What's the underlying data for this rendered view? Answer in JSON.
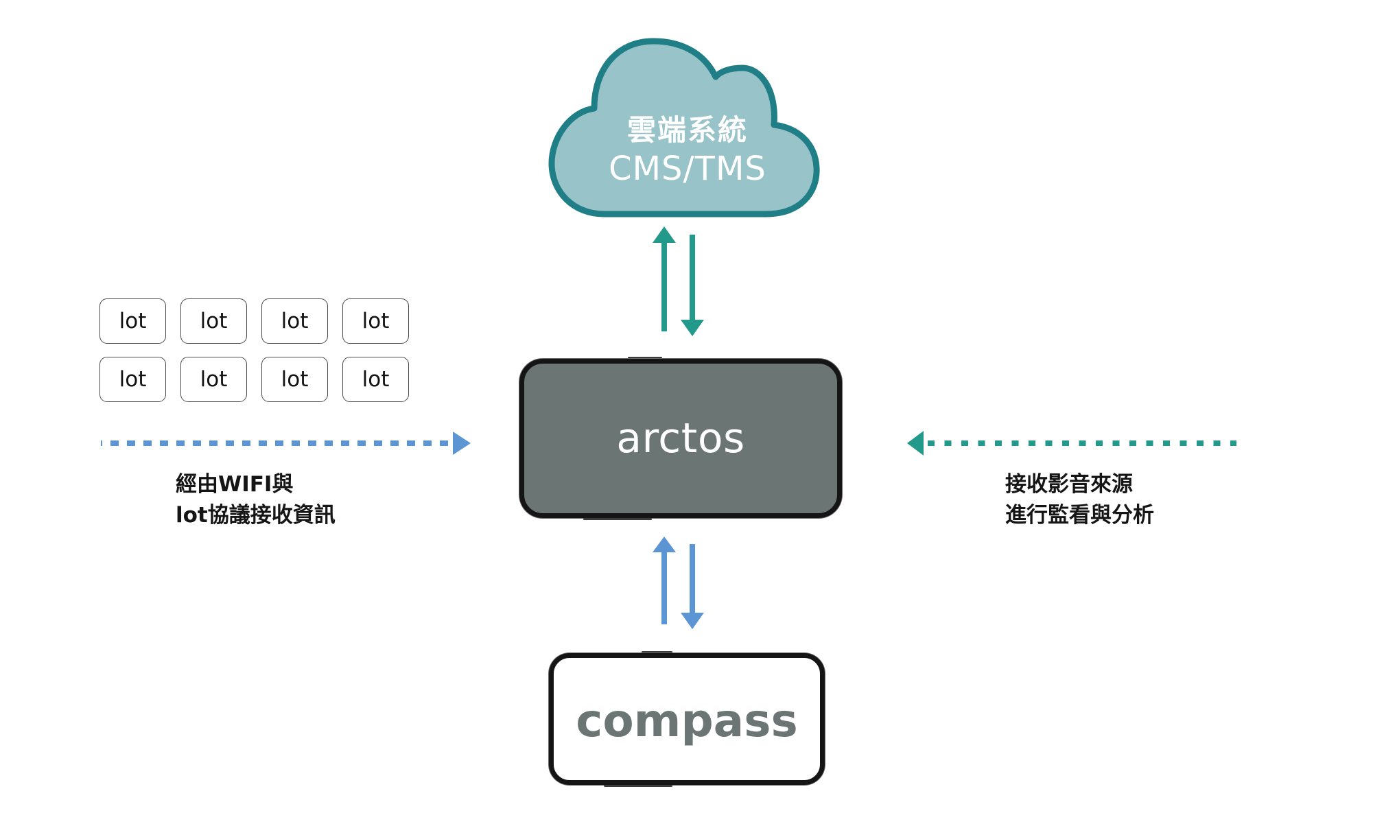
{
  "cloud": {
    "title": "雲端系統",
    "subtitle": "CMS/TMS",
    "fill_color": "#97c3c9",
    "stroke_color": "#207f86"
  },
  "iot_devices": {
    "label": "lot",
    "rows": [
      [
        "lot",
        "lot",
        "lot",
        "lot"
      ],
      [
        "lot",
        "lot",
        "lot",
        "lot"
      ]
    ]
  },
  "left_caption": {
    "lines": [
      "經由WIFI與",
      "lot協議接收資訊"
    ]
  },
  "right_caption": {
    "lines": [
      "接收影音來源",
      "進行監看與分析"
    ]
  },
  "hub": {
    "label": "arctos",
    "fill_color": "#6b7674"
  },
  "client": {
    "label": "compass"
  },
  "connectors": {
    "cloud_link_color": "#22998a",
    "compass_link_color": "#5b95d3",
    "iot_link_color": "#5b95d3",
    "video_link_color": "#22998a",
    "iot_link_style": "dotted",
    "video_link_style": "dotted"
  }
}
